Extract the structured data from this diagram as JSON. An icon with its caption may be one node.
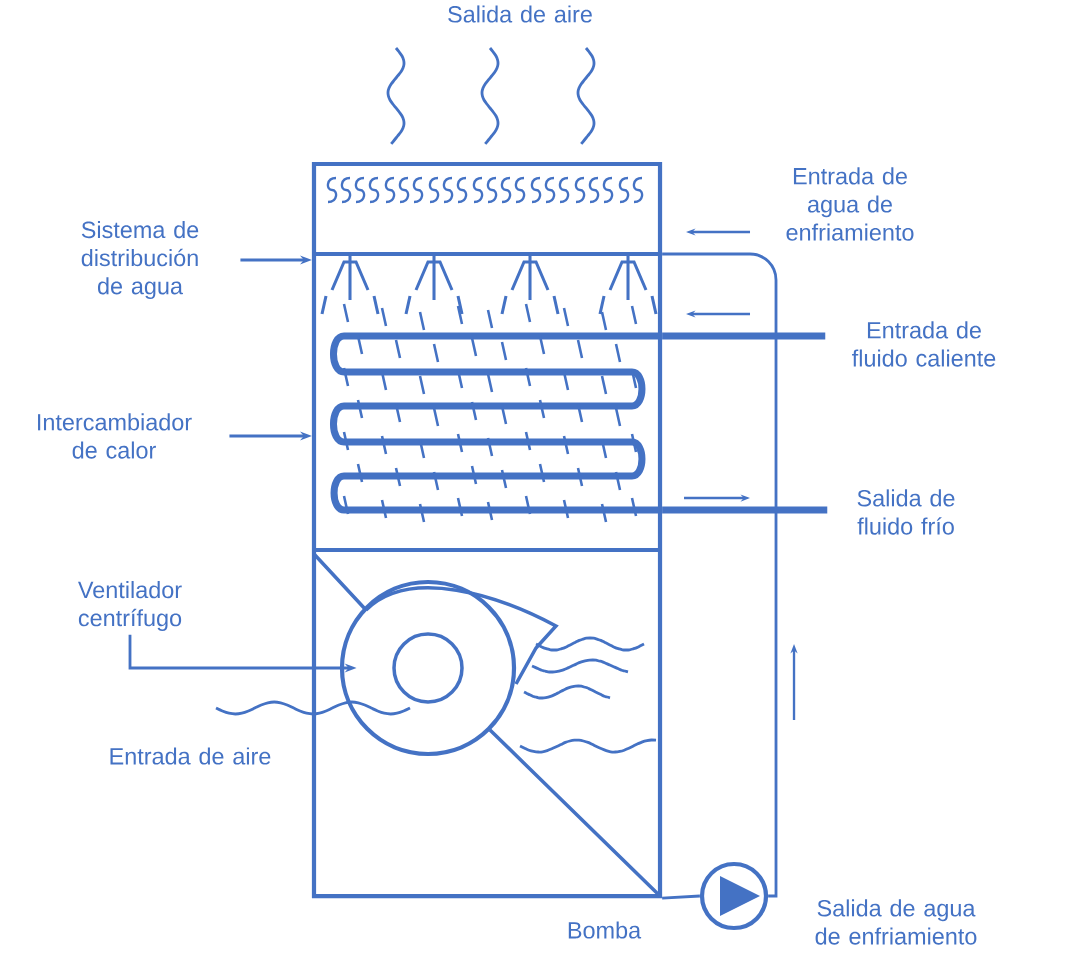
{
  "diagram": {
    "nodes": [
      {
        "text": [
          "Sistema de distribución de agua"
        ]
      },
      {
        "text": [
          "Intercambiador de calor"
        ]
      },
      {
        "text": [
          "Ventilador centrífugo"
        ]
      },
      {
        "text": [],
        "shape": "box"
      },
      {
        "text": [],
        "shape": "circle",
        "in": 3
      },
      {
        "text": [],
        "shape": "circle"
      },
      {
        "text": [
          "Entrada de fluido caliente"
        ]
      },
      {
        "text": [
          "Salida de fluido frío"
        ]
      }
    ],
    "edges": [
      {
        "from": 0,
        "to": 3,
        "arrow": "to"
      },
      {
        "from": 1,
        "to": 3,
        "arrow": "to"
      },
      {
        "from": 2,
        "to": 4,
        "arrow": "to"
      },
      {
        "from": 3,
        "to": 5,
        "arrow": "none"
      },
      {
        "from": 5,
        "to": 3,
        "arrow": "none"
      },
      {
        "from": 6,
        "to": 3,
        "arrow": "none",
        "style": "thick"
      },
      {
        "from": 3,
        "to": 7,
        "arrow": "none",
        "style": "thick"
      }
    ],
    "labels": [
      "Salida de aire",
      "Entrada de agua de enfriamiento",
      "Entrada de aire",
      "Bomba",
      "Salida de agua de enfriamiento"
    ]
  }
}
